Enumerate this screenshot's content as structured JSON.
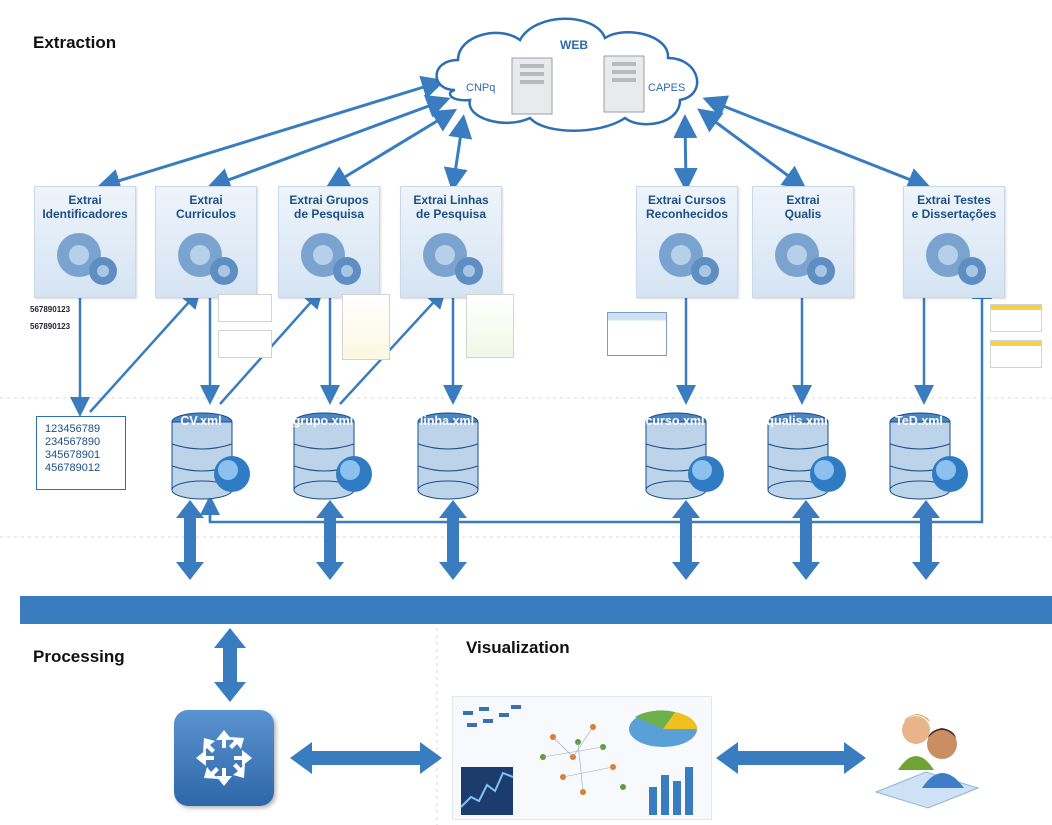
{
  "sections": {
    "extraction": "Extraction",
    "processing": "Processing",
    "visualization": "Visualization"
  },
  "cloud": {
    "title": "WEB",
    "left_server": "CNPq",
    "right_server": "CAPES"
  },
  "extractors": [
    {
      "label": "Extrai\nIdentificadores"
    },
    {
      "label": "Extrai\nCurriculos"
    },
    {
      "label": "Extrai Grupos\nde Pesquisa"
    },
    {
      "label": "Extrai Linhas\nde Pesquisa"
    },
    {
      "label": "Extrai Cursos\nReconhecidos"
    },
    {
      "label": "Extrai\nQualis"
    },
    {
      "label": "Extrai Testes\ne Dissertações"
    }
  ],
  "databases": [
    {
      "label": "CV.xml"
    },
    {
      "label": "grupo.xml"
    },
    {
      "label": "linha.xml"
    },
    {
      "label": "curso.xml"
    },
    {
      "label": "qualis.xml"
    },
    {
      "label": "TeD.xml"
    }
  ],
  "identifiers_list": [
    "123456789",
    "234567890",
    "345678901",
    "456789012"
  ],
  "small_ids": [
    "567890123",
    "567890123"
  ],
  "colors": {
    "arrow": "#3a7cc0",
    "bus": "#3a7cc0",
    "label": "#1b4f86"
  }
}
